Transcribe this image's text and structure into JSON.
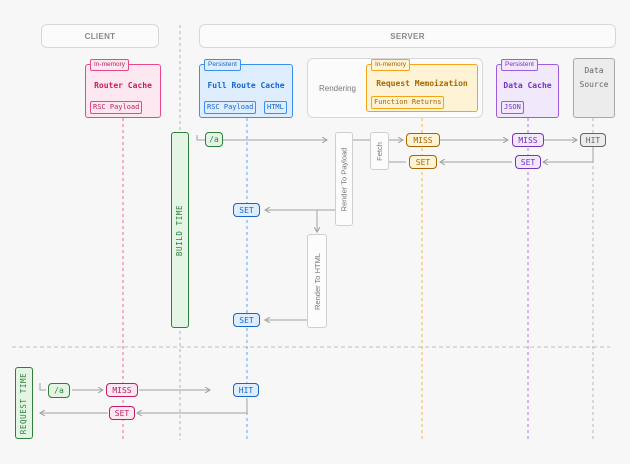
{
  "headers": {
    "client": "CLIENT",
    "server": "SERVER"
  },
  "router_cache": {
    "tag": "In-memory",
    "title": "Router Cache",
    "chip": "RSC Payload"
  },
  "full_route_cache": {
    "tag": "Persistent",
    "title": "Full Route Cache",
    "chips": [
      "RSC Payload",
      "HTML"
    ]
  },
  "rendering": {
    "label": "Rendering"
  },
  "request_memo": {
    "tag": "In-memory",
    "title": "Request Memoization",
    "chip": "Function Returns"
  },
  "data_cache": {
    "tag": "Persistent",
    "title": "Data Cache",
    "chip": "JSON"
  },
  "data_source": {
    "title_line1": "Data",
    "title_line2": "Source"
  },
  "phases": {
    "build_time": "BUILD TIME",
    "request_time": "REQUEST TIME"
  },
  "steps": {
    "route_a_build": "/a",
    "fetch": "Fetch",
    "render_to_payload": "Render To Payload",
    "render_to_html": "Render To HTML",
    "memo_miss": "MISS",
    "memo_set": "SET",
    "data_miss": "MISS",
    "data_set": "SET",
    "source_hit": "HIT",
    "frc_set_payload": "SET",
    "frc_set_html": "SET",
    "route_a_request": "/a",
    "router_miss": "MISS",
    "frc_hit": "HIT",
    "router_set": "SET"
  }
}
